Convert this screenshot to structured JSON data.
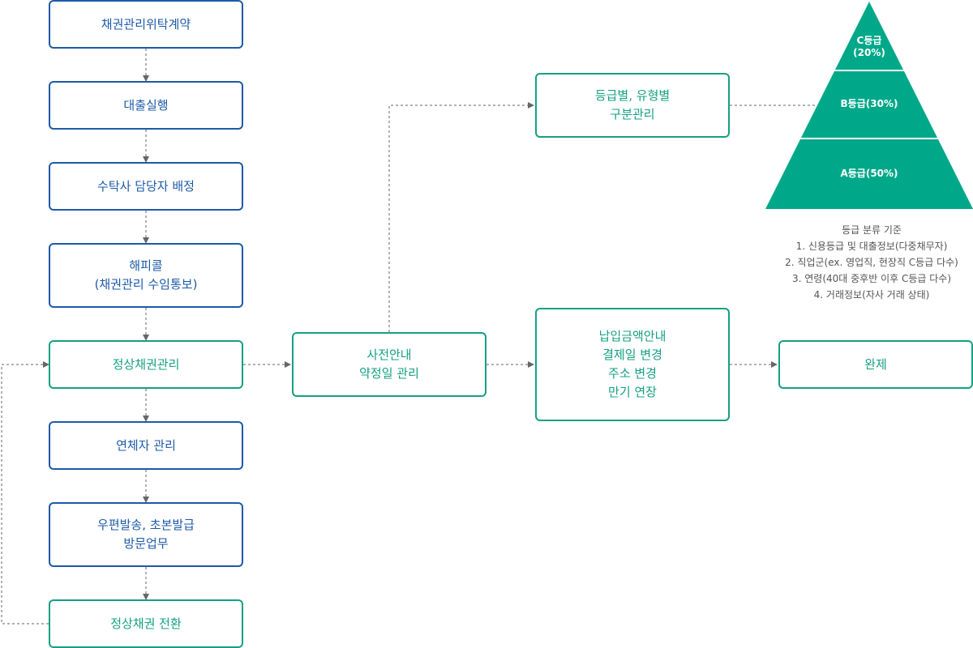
{
  "colors": {
    "blue": "#1d5aa8",
    "green": "#14a083",
    "tier": "#00a88a",
    "line": "#666666"
  },
  "left_flow": {
    "contract": "채권관리위탁계약",
    "loan": "대출실행",
    "assign": "수탁사 담당자 배정",
    "happycall": "해피콜\n(채권관리 수임통보)",
    "normal": "정상채권관리",
    "overdue": "연체자 관리",
    "mail": "우편발송, 초본발급\n방문업무",
    "convert": "정상채권 전환"
  },
  "middle": {
    "notice": "사전안내\n약정일 관리"
  },
  "right": {
    "grade": "등급별, 유형별\n구분관리",
    "payment": "납입금액안내\n결제일 변경\n주소 변경\n만기 연장",
    "complete": "완제"
  },
  "pyramid": {
    "tiers": [
      {
        "label": "C등급\n(20%)"
      },
      {
        "label": "B등급(30%)"
      },
      {
        "label": "A등급(50%)"
      }
    ]
  },
  "criteria": {
    "title": "등급 분류 기준",
    "items": [
      "1. 신용등급 및 대출정보(다중채무자)",
      "2. 직업군(ex. 영업직, 현장직 C등급 다수)",
      "3. 연령(40대 중후반 이후 C등급 다수)",
      "4. 거래정보(자사 거래 상태)"
    ]
  }
}
